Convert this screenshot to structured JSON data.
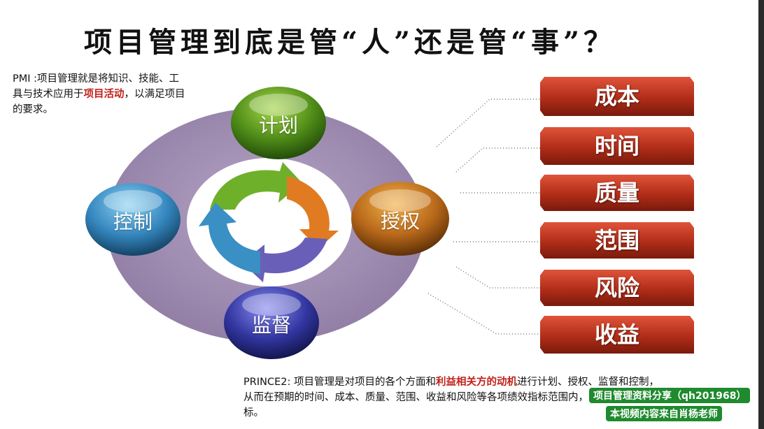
{
  "title": "项目管理到底是管“人”还是管“事”？",
  "pmi": {
    "prefix": "PMI :项目管理就是将知识、技能、工具与技术应用于",
    "highlight": "项目活动",
    "suffix": "，以满足项目的要求。"
  },
  "prince2": {
    "prefix": "PRINCE2:  项目管理是对项目的各个方面和",
    "highlight": "利益相关方的动机",
    "suffix": "进行计划、授权、监督和控制，从而在预期的时间、成本、质量、范围、收益和风险等各项绩效指标范围内，实现项目的目标。"
  },
  "cycle": {
    "plan": "计划",
    "authorize": "授权",
    "supervise": "监督",
    "control": "控制"
  },
  "items": [
    "成本",
    "时间",
    "质量",
    "范围",
    "风险",
    "收益"
  ],
  "watermark": {
    "line1": "项目管理资料分享（qh201968）",
    "line2": "本视频内容来自肖杨老师"
  },
  "colors": {
    "item_red": "#b8321d",
    "ellipse": "#9b87ad",
    "plan_orb": "#5a9a1e",
    "auth_orb": "#c0761a",
    "supervise_orb": "#3a3fa0",
    "control_orb": "#3a8fc4"
  }
}
